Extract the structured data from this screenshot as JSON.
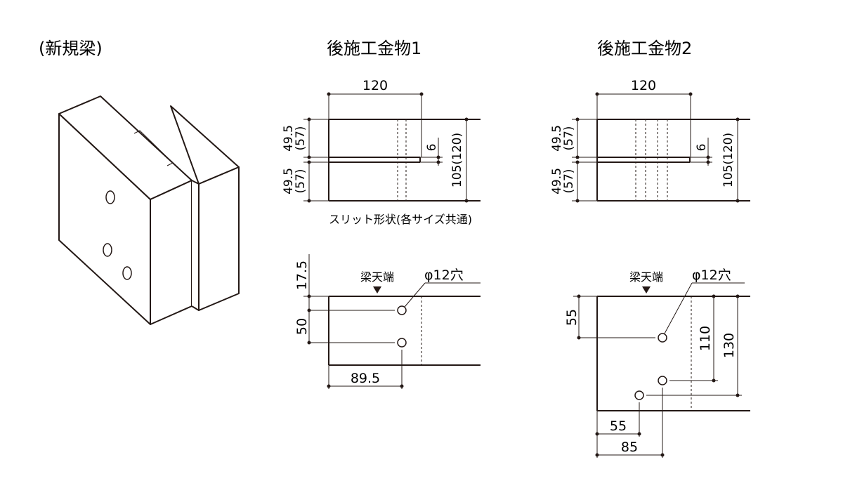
{
  "titles": {
    "new_beam": "(新規梁)",
    "hardware1": "後施工金物1",
    "hardware2": "後施工金物2"
  },
  "slit": {
    "width": "120",
    "upper_height": "49.5",
    "upper_height_alt": "(57)",
    "lower_height": "49.5",
    "lower_height_alt": "(57)",
    "slit_gap": "6",
    "total_height": "105(120)",
    "caption": "スリット形状(各サイズ共通)"
  },
  "holes1": {
    "top_offset": "17.5",
    "beam_top_label": "梁天端",
    "hole_label": "φ12穴",
    "pitch": "50",
    "edge_distance": "89.5"
  },
  "holes2": {
    "beam_top_label": "梁天端",
    "hole_label": "φ12穴",
    "top_offset": "55",
    "mid_offset": "110",
    "low_offset": "130",
    "edge1": "55",
    "edge2": "85"
  }
}
